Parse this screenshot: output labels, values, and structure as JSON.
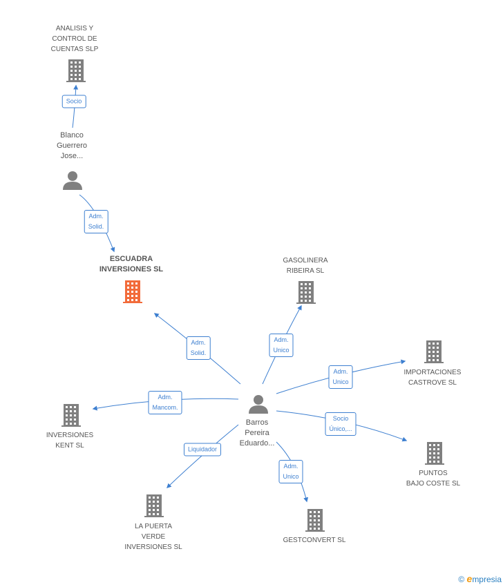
{
  "colors": {
    "edge": "#3d7fd0",
    "building": "#808080",
    "focal_building": "#f26b3a",
    "person": "#808080"
  },
  "companies": {
    "analisis": "ANALISIS Y\nCONTROL DE\nCUENTAS  SLP",
    "escuadra": "ESCUADRA\nINVERSIONES SL",
    "gasolinera": "GASOLINERA\nRIBEIRA  SL",
    "importaciones": "IMPORTACIONES\nCASTROVE  SL",
    "kent": "INVERSIONES\nKENT SL",
    "puntos": "PUNTOS\nBAJO COSTE SL",
    "lapuerta": "LA PUERTA\nVERDE\nINVERSIONES SL",
    "gestconvert": "GESTCONVERT SL"
  },
  "people": {
    "blanco": "Blanco\nGuerrero\nJose...",
    "barros": "Barros\nPereira\nEduardo..."
  },
  "edges": {
    "socio_analisis": "Socio",
    "blanco_escuadra": "Adm.\nSolid.",
    "barros_escuadra": "Adm.\nSolid.",
    "barros_gasolinera": "Adm.\nUnico",
    "barros_importaciones": "Adm.\nUnico",
    "barros_kent": "Adm.\nMancom.",
    "barros_puntos": "Socio\nÚnico,...",
    "barros_lapuerta": "Liquidador",
    "barros_gestconvert": "Adm.\nUnico"
  },
  "footer": {
    "copyright": "©",
    "brand_e": "e",
    "brand_rest": "mpresia"
  }
}
